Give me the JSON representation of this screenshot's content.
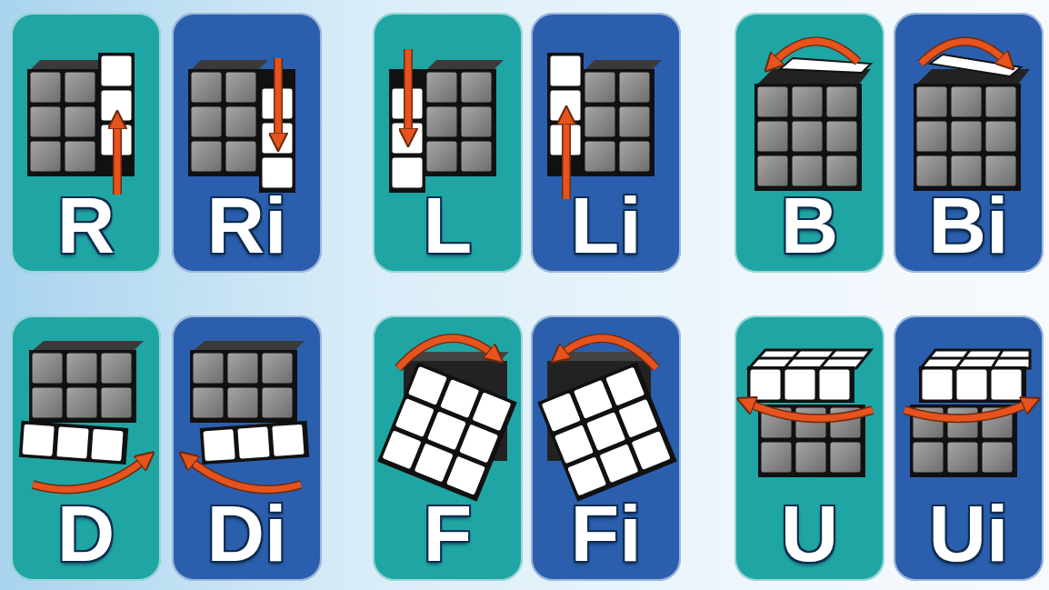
{
  "diagram": {
    "nodes": [
      {
        "text": [
          "R"
        ]
      },
      {
        "text": [
          "Ri"
        ]
      },
      {
        "text": [
          "L"
        ]
      },
      {
        "text": [
          "Li"
        ]
      },
      {
        "text": [
          "B"
        ]
      },
      {
        "text": [
          "Bi"
        ]
      },
      {
        "text": [
          "D"
        ]
      },
      {
        "text": [
          "Di"
        ]
      },
      {
        "text": [
          "F"
        ]
      },
      {
        "text": [
          "Fi"
        ]
      },
      {
        "text": [
          "U"
        ]
      },
      {
        "text": [
          "Ui"
        ]
      }
    ]
  }
}
